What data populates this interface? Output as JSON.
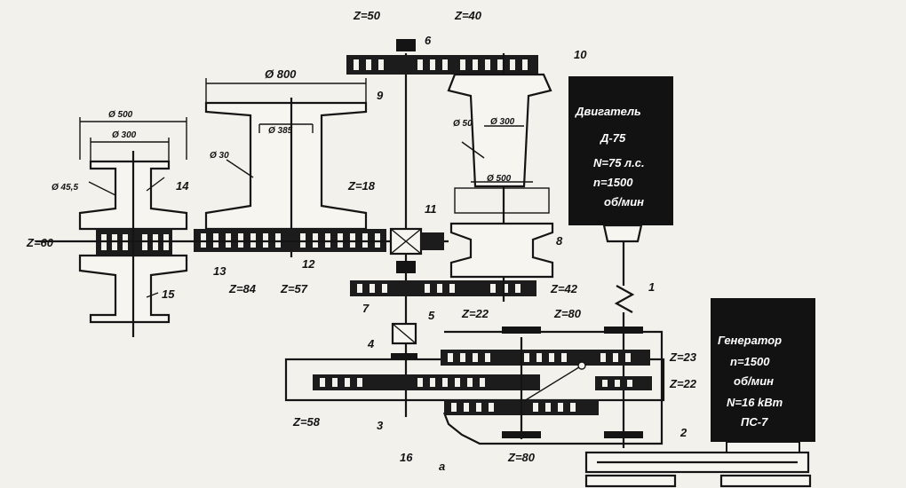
{
  "labels": {
    "z50": "Z=50",
    "z40": "Z=40",
    "z60": "Z=60",
    "z84": "Z=84",
    "z57": "Z=57",
    "z42": "Z=42",
    "z22a": "Z=22",
    "z80a": "Z=80",
    "z23": "Z=23",
    "z22b": "Z=22",
    "z58": "Z=58",
    "z80b": "Z=80",
    "zsmall": "Z=18",
    "d800": "Ø 800",
    "d500a": "Ø 500",
    "d300a": "Ø 300",
    "d455": "Ø 45,5",
    "d385": "Ø 385",
    "d30": "Ø 30",
    "d50": "Ø 50",
    "d500b": "Ø 500",
    "d300b": "Ø 300",
    "n1": "1",
    "n2": "2",
    "n3": "3",
    "n4": "4",
    "n5": "5",
    "n6": "6",
    "n7": "7",
    "n8": "8",
    "n9": "9",
    "n10": "10",
    "n11": "11",
    "n12": "12",
    "n13": "13",
    "n14": "14",
    "n15": "15",
    "n16": "16",
    "na": "a"
  },
  "engine_box": {
    "line1": "Двигатель",
    "line2": "Д-75",
    "line3": "N=75 л.с.",
    "line4": "n=1500",
    "line5": "об/мин"
  },
  "generator_box": {
    "line1": "Генератор",
    "line2": "n=1500",
    "line3": "об/мин",
    "line4": "N=16 kВт",
    "line5": "ПС-7"
  },
  "colors": {
    "ink": "#141414",
    "paper": "#f2f1ec"
  }
}
